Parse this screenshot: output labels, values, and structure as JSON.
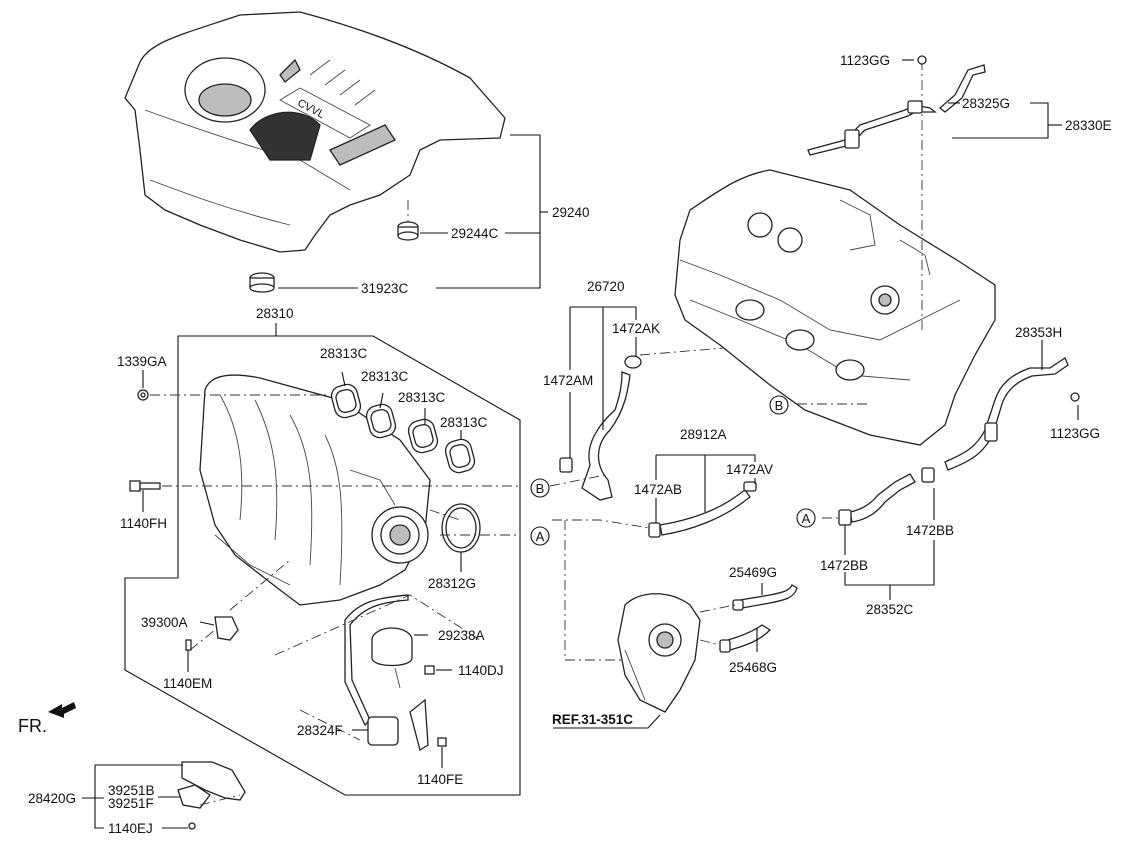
{
  "labels": {
    "p28310": "28310",
    "p1339GA": "1339GA",
    "p28313C_1": "28313C",
    "p28313C_2": "28313C",
    "p28313C_3": "28313C",
    "p28313C_4": "28313C",
    "p1140FH": "1140FH",
    "p28312G": "28312G",
    "p39300A": "39300A",
    "p1140EM": "1140EM",
    "p29238A": "29238A",
    "p1140DJ": "1140DJ",
    "p28324F": "28324F",
    "p1140FE": "1140FE",
    "p28420G": "28420G",
    "p39251B": "39251B",
    "p39251F": "39251F",
    "p1140EJ": "1140EJ",
    "p29240": "29240",
    "p29244C": "29244C",
    "p31923C": "31923C",
    "p26720": "26720",
    "p1472AK": "1472AK",
    "p1472AM": "1472AM",
    "p28912A": "28912A",
    "p1472AV": "1472AV",
    "p1472AB": "1472AB",
    "p25469G": "25469G",
    "p25468G": "25468G",
    "pREF": "REF.31-351C",
    "p1123GG_top": "1123GG",
    "p28325G": "28325G",
    "p28330E": "28330E",
    "p28353H": "28353H",
    "p1123GG_right": "1123GG",
    "p1472BB_right": "1472BB",
    "p1472BB_left": "1472BB",
    "p28352C": "28352C",
    "fr": "FR."
  },
  "callouts": {
    "a_left": "A",
    "b_left": "B",
    "a_right": "A",
    "b_right": "B"
  },
  "engine_cover_text": "CVVL"
}
